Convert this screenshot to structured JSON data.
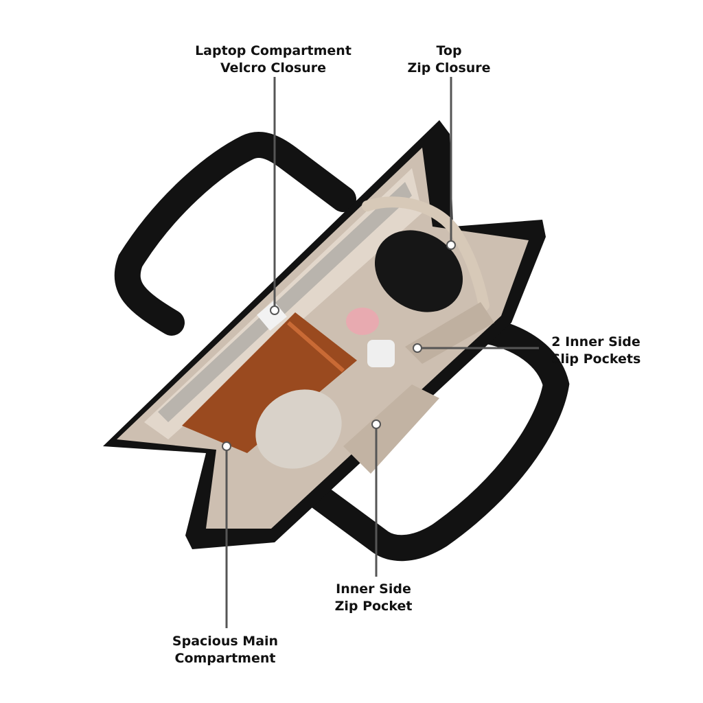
{
  "colors": {
    "bag_black": "#121212",
    "lining": "#cdbfb1",
    "lining_light": "#e2d7cb",
    "notebook": "#9a4a1f",
    "callout_line": "#555555"
  },
  "callouts": {
    "laptop": {
      "line1": "Laptop Compartment",
      "line2": "Velcro Closure"
    },
    "top_zip": {
      "line1": "Top",
      "line2": "Zip Closure"
    },
    "slip_pockets": {
      "line1": "2 Inner Side",
      "line2": "Slip Pockets"
    },
    "zip_pocket": {
      "line1": "Inner Side",
      "line2": "Zip Pocket"
    },
    "main": {
      "line1": "Spacious Main",
      "line2": "Compartment"
    }
  }
}
